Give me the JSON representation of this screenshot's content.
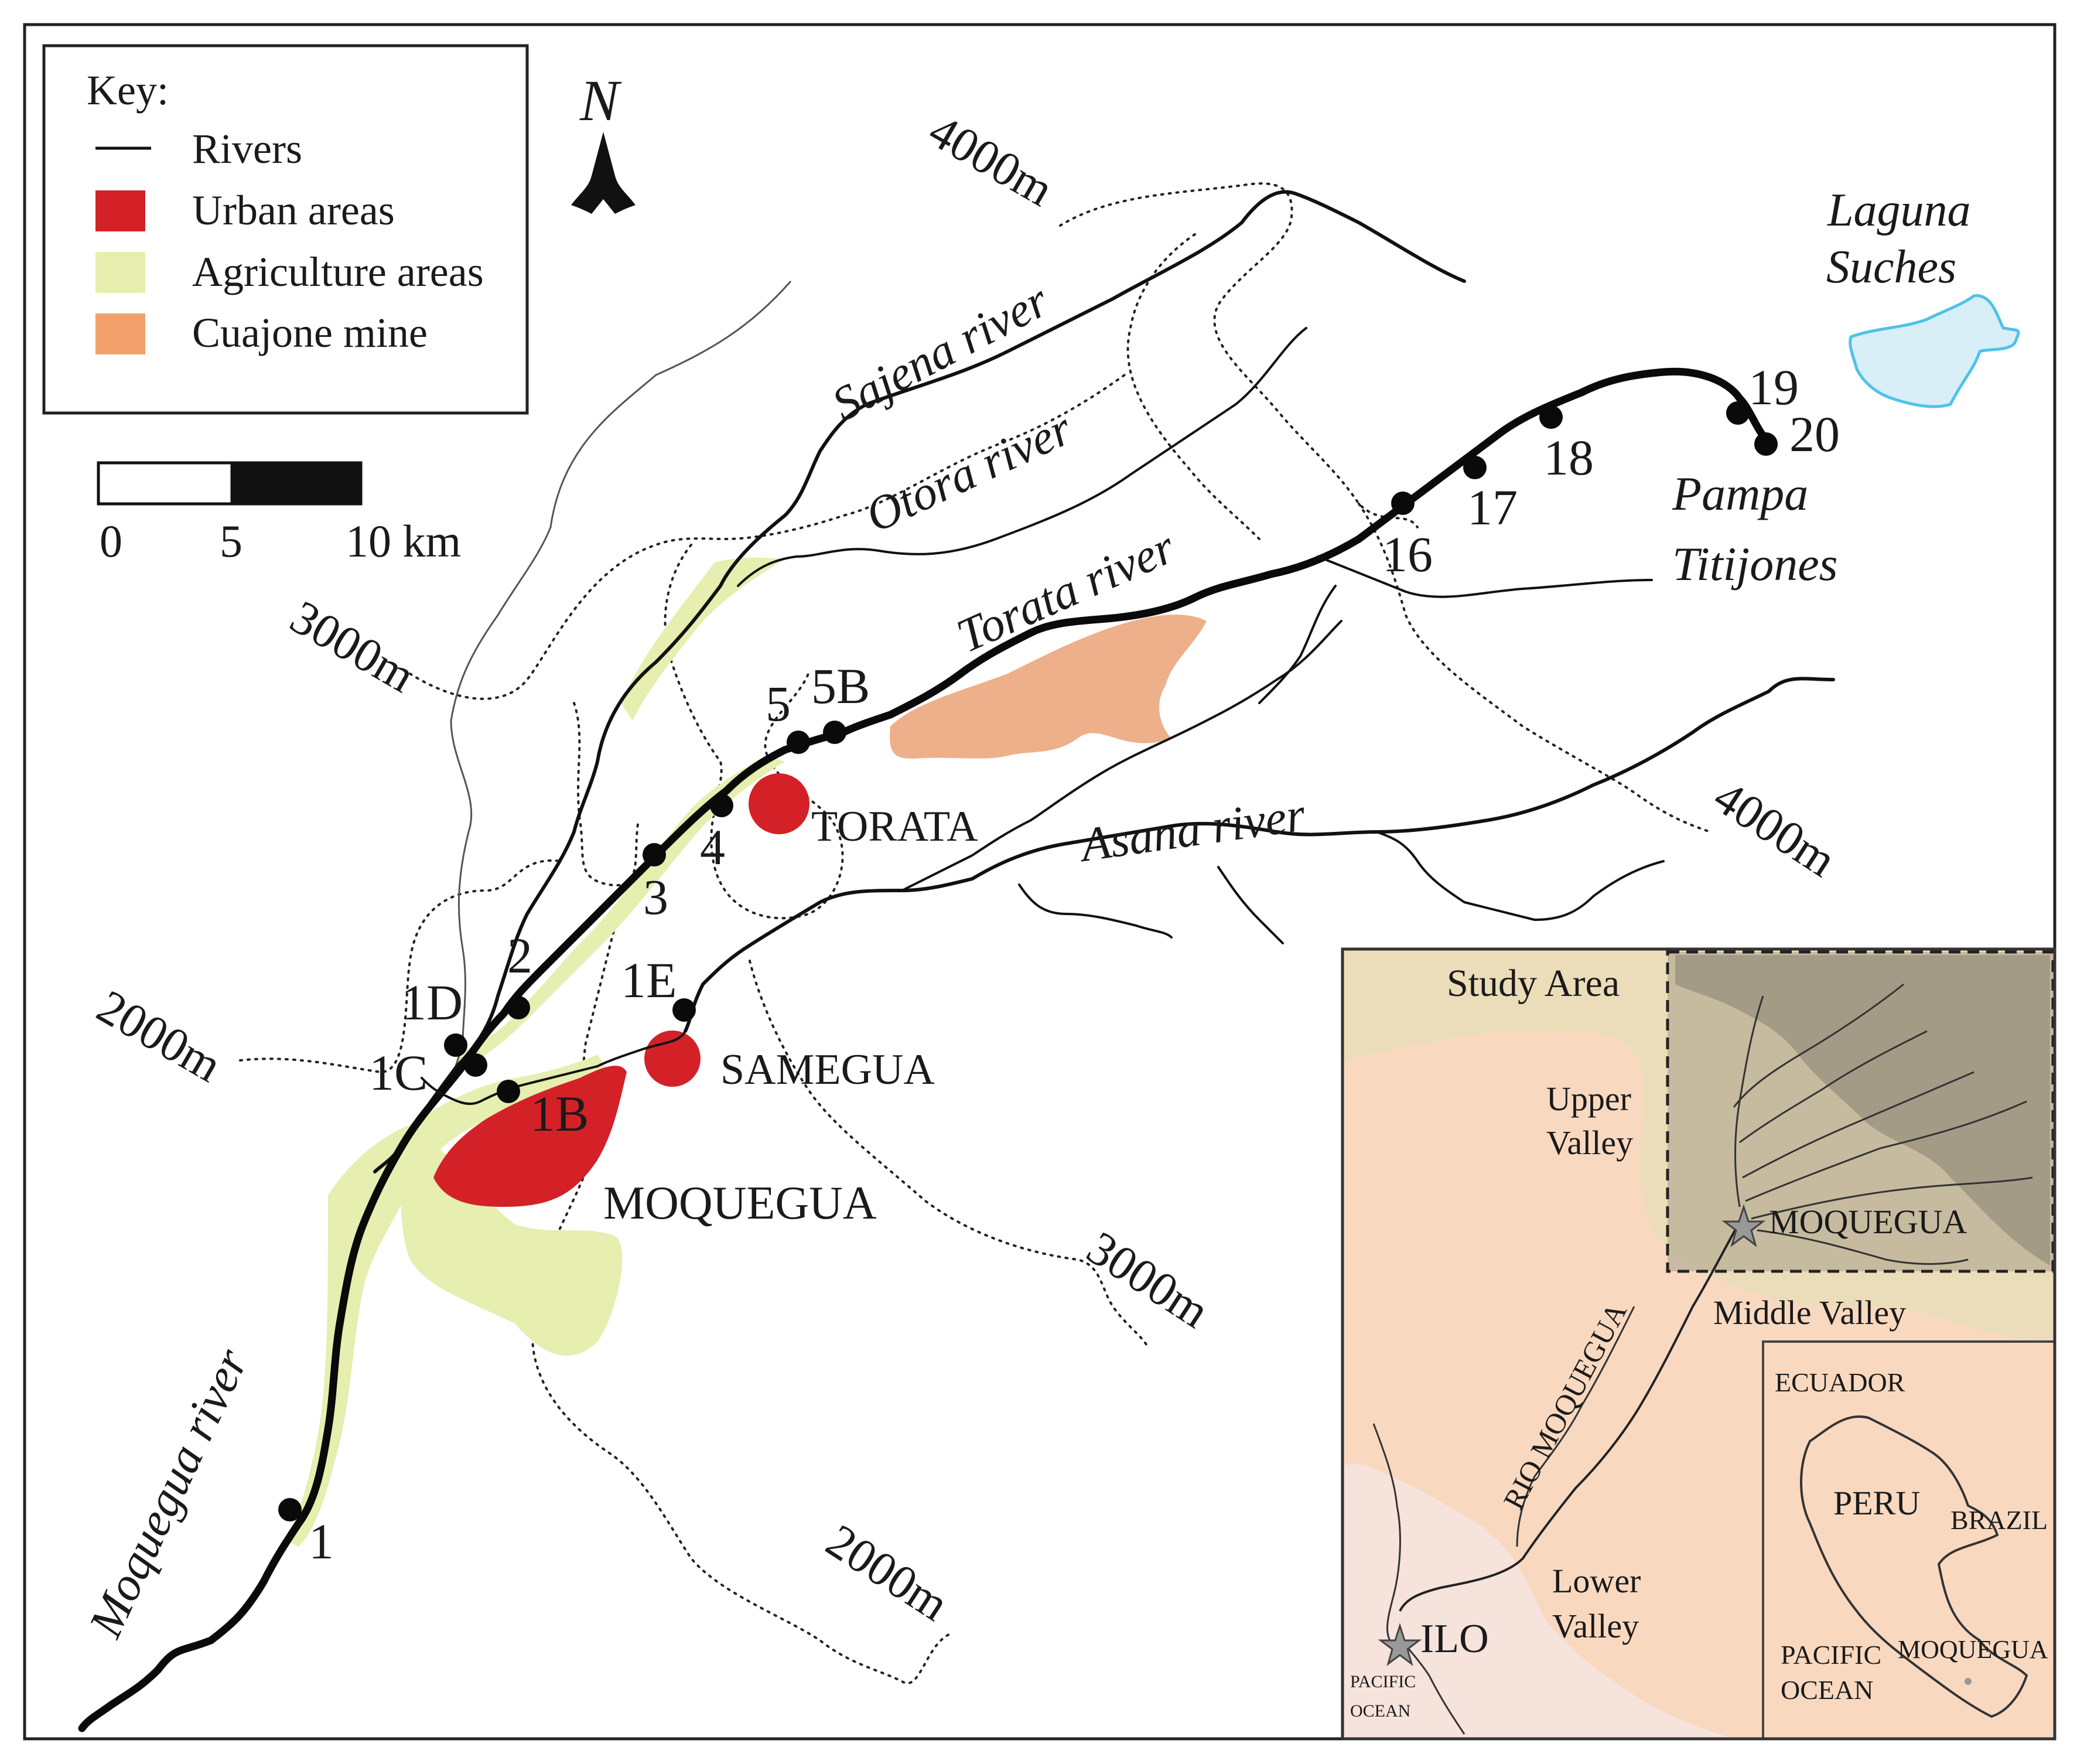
{
  "key": {
    "title": "Key:",
    "items": [
      {
        "label": "Rivers",
        "symbol": "line",
        "color": "#111111"
      },
      {
        "label": "Urban areas",
        "symbol": "box",
        "color": "#d42127"
      },
      {
        "label": "Agriculture areas",
        "symbol": "box",
        "color": "#e6eeb0"
      },
      {
        "label": "Cuajone mine",
        "symbol": "box",
        "color": "#f3a16c"
      }
    ]
  },
  "north": {
    "label": "N"
  },
  "scale": {
    "ticks": [
      "0",
      "5",
      "10 km"
    ]
  },
  "rivers": {
    "sajena": "Sajena river",
    "otora": "Otora river",
    "torata": "Torata river",
    "asana": "Asana river",
    "moquegua": "Moquegua river"
  },
  "contours": {
    "c4000_top": "4000m",
    "c3000_left": "3000m",
    "c2000_left": "2000m",
    "c4000_right": "4000m",
    "c3000_right": "3000m",
    "c2000_bottom": "2000m"
  },
  "places": {
    "laguna_line1": "Laguna",
    "laguna_line2": "Suches",
    "pampa_line1": "Pampa",
    "pampa_line2": "Titijones",
    "torata": "TORATA",
    "samegua": "SAMEGUA",
    "moquegua": "MOQUEGUA"
  },
  "sites": [
    "1",
    "1B",
    "1C",
    "1D",
    "1E",
    "2",
    "3",
    "4",
    "5",
    "5B",
    "16",
    "17",
    "18",
    "19",
    "20"
  ],
  "inset": {
    "study_area": "Study Area",
    "upper_valley_1": "Upper",
    "upper_valley_2": "Valley",
    "moquegua": "MOQUEGUA",
    "middle_valley": "Middle Valley",
    "rio_moquegua": "RIO MOQUEGUA",
    "lower_valley_1": "Lower",
    "lower_valley_2": "Valley",
    "ilo": "ILO",
    "pacific_1": "PACIFIC",
    "pacific_2": "OCEAN",
    "peru_map": {
      "ecuador": "ECUADOR",
      "peru": "PERU",
      "brazil": "BRAZIL",
      "pacific_1": "PACIFIC",
      "pacific_2": "OCEAN",
      "moquegua": "MOQUEGUA"
    }
  },
  "colors": {
    "urban": "#d42127",
    "agriculture": "#e6eeb0",
    "mine": "#eba77d",
    "lake": "#d8eff8",
    "lake_outline": "#4fc2e8",
    "inset_bg": "#f8d9c0",
    "inset_study_overlay": "#a89e8a"
  }
}
